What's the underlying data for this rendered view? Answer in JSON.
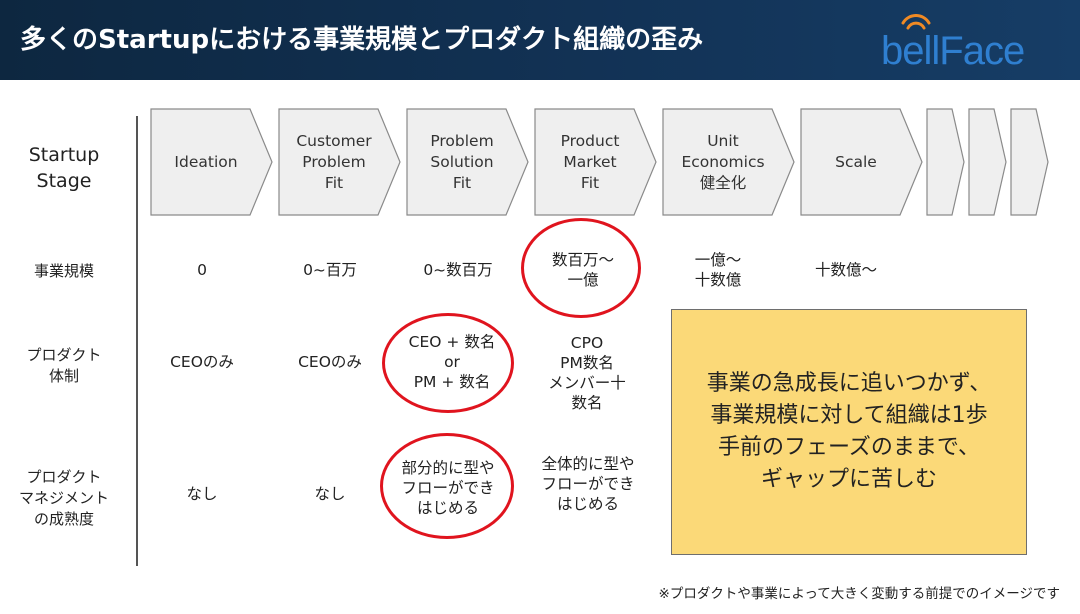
{
  "header": {
    "title": "多くのStartupにおける事業規模とプロダクト組織の歪み",
    "logo_text": "bellFace"
  },
  "rows": {
    "stage_label": "Startup\nStage",
    "scale_label": "事業規模",
    "org_label": "プロダクト\n体制",
    "maturity_label": "プロダクト\nマネジメント\nの成熟度"
  },
  "stages": [
    {
      "label": "Ideation"
    },
    {
      "label": "Customer\nProblem\nFit"
    },
    {
      "label": "Problem\nSolution\nFit"
    },
    {
      "label": "Product\nMarket\nFit"
    },
    {
      "label": "Unit\nEconomics\n健全化"
    },
    {
      "label": "Scale"
    }
  ],
  "scale_values": [
    "0",
    "0~百万",
    "0~数百万",
    "数百万〜\n一億",
    "一億〜\n十数億",
    "十数億〜"
  ],
  "org_values": [
    "CEOのみ",
    "CEOのみ",
    "CEO + 数名\nor\nPM + 数名",
    "CPO\nPM数名\nメンバー十\n数名"
  ],
  "maturity_values": [
    "なし",
    "なし",
    "部分的に型や\nフローができ\nはじめる",
    "全体的に型や\nフローができ\nはじめる"
  ],
  "note": "事業の急成長に追いつかず、\n事業規模に対して組織は1歩\n手前のフェーズのままで、\nギャップに苦しむ",
  "footnote": "※プロダクトや事業によって大きく変動する前提でのイメージです",
  "colors": {
    "header_bg": "#123255",
    "logo_blue": "#2f7fd0",
    "logo_orange": "#f08a24",
    "arrow_fill": "#efefef",
    "arrow_stroke": "#8a8a8a",
    "circle_red": "#e0141e",
    "note_bg": "#fbd978"
  }
}
